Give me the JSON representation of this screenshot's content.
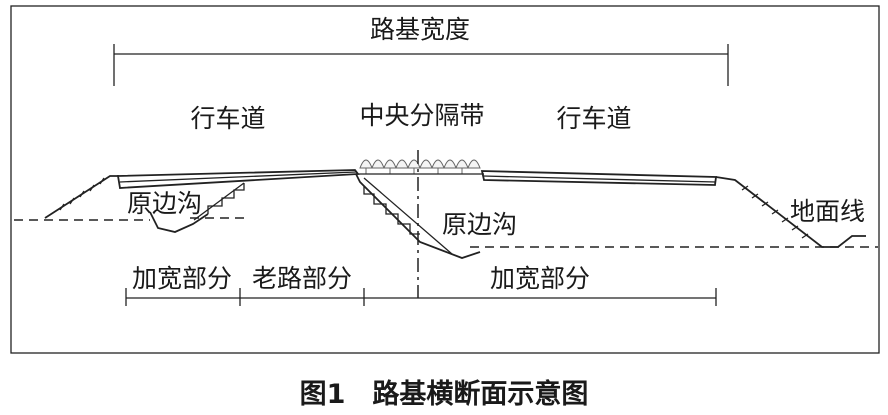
{
  "labels": {
    "subgrade_width": "路基宽度",
    "lane_left": "行车道",
    "median": "中央分隔带",
    "lane_right": "行车道",
    "orig_ditch_left": "原边沟",
    "orig_ditch_right": "原边沟",
    "ground_line": "地面线",
    "widen_left": "加宽部分",
    "old_road": "老路部分",
    "widen_right": "加宽部分"
  },
  "caption": "图1　路基横断面示意图"
}
